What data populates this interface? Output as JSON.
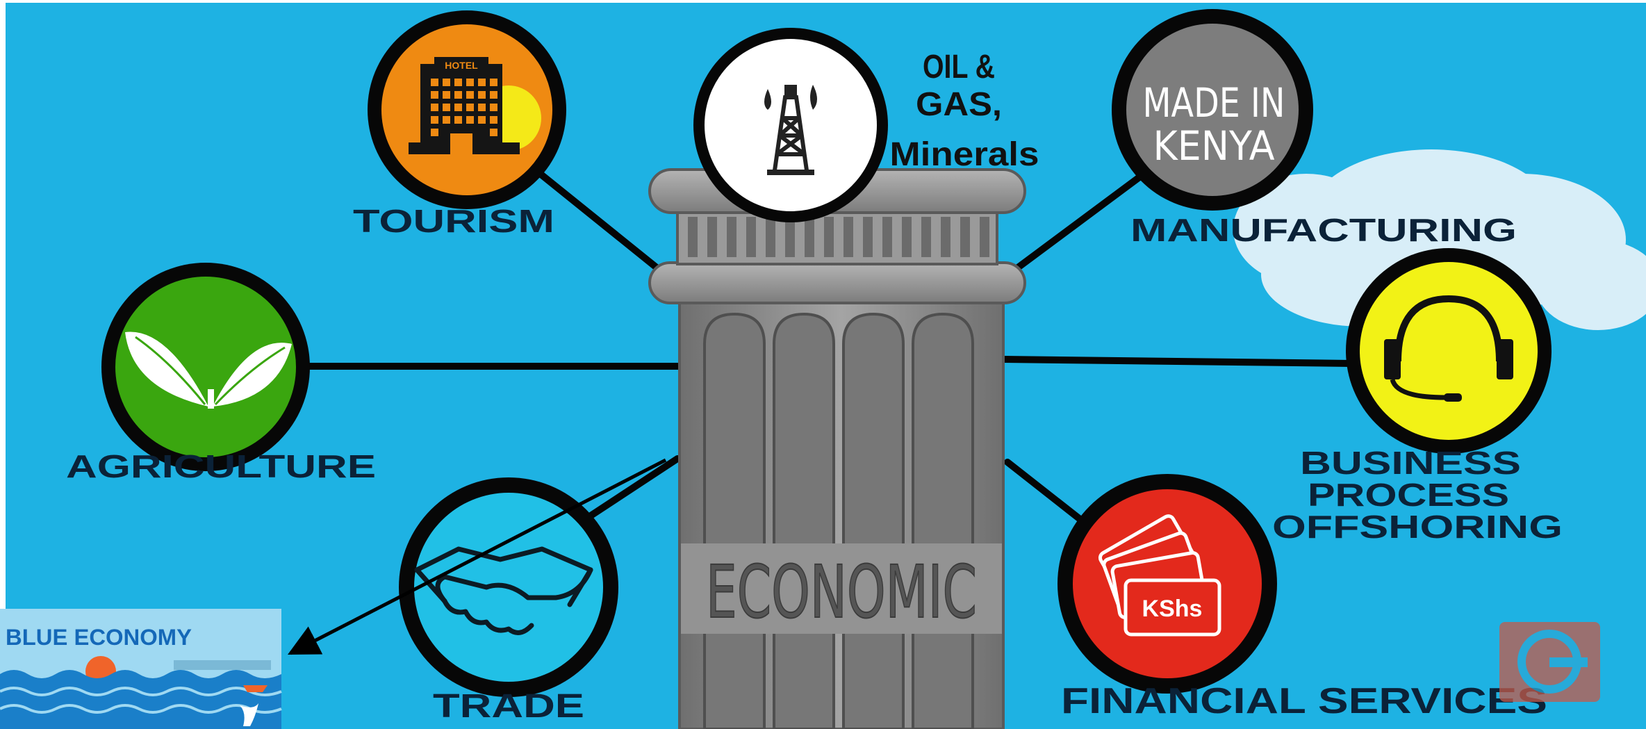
{
  "colors": {
    "background": "#1eb2e3",
    "border": "#ffffff",
    "pillar": "#8c8c8c",
    "pillar_dark": "#5e5e5e",
    "pillar_light": "#a9a9a9",
    "tourism": "#ef8a12",
    "agriculture": "#3aa60f",
    "trade": "#21c0e6",
    "oil": "#ffffff",
    "manufacturing": "#7d7d7d",
    "bpo": "#f2f216",
    "financial": "#e3291c",
    "blue_economy": "#9fd9f2"
  },
  "pillar": {
    "label": "ECONOMIC"
  },
  "sectors": {
    "tourism": {
      "label": "TOURISM",
      "icon": "hotel-icon",
      "sign": "HOTEL"
    },
    "agriculture": {
      "label": "AGRICULTURE",
      "icon": "leaves-icon"
    },
    "trade": {
      "label": "TRADE",
      "icon": "handshake-icon"
    },
    "oil": {
      "label_line1": "OIL &",
      "label_line2": "GAS,",
      "label_line3": "Minerals",
      "icon": "oil-rig-icon"
    },
    "manufacturing": {
      "label": "MANUFACTURING",
      "icon_line1": "MADE IN",
      "icon_line2": "KENYA"
    },
    "bpo": {
      "label_line1": "BUSINESS",
      "label_line2": "PROCESS",
      "label_line3": "OFFSHORING",
      "icon": "headset-icon"
    },
    "financial": {
      "label": "FINANCIAL SERVICES",
      "icon": "banknotes-icon",
      "currency": "KShs"
    }
  },
  "blue_economy": {
    "title": "BLUE ECONOMY"
  }
}
